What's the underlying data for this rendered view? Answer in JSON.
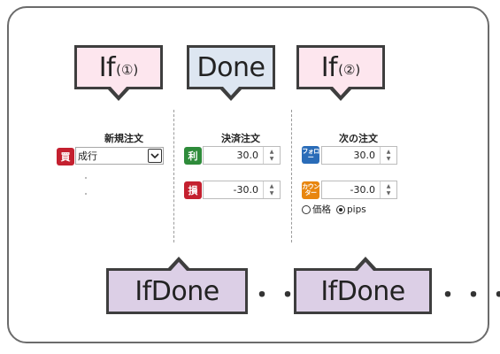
{
  "bubbles": {
    "if1": {
      "main": "If",
      "sub": "(①)"
    },
    "done": {
      "main": "Done"
    },
    "if2": {
      "main": "If",
      "sub": "(②)"
    },
    "ifdone_a": {
      "main": "IfDone"
    },
    "ifdone_b": {
      "main": "IfDone"
    },
    "ellipsis": "・・・"
  },
  "colors": {
    "if_fill": "#fde6ee",
    "done_fill": "#dde6f1",
    "ifdone_fill": "#dccfe6",
    "border": "#3e3e3e",
    "buy_badge": "#c4202f",
    "profit_badge": "#2e8b3a",
    "loss_badge": "#c4202f",
    "fo_badge": "#2a6cb8",
    "counter_badge": "#e8860f"
  },
  "new_order": {
    "title": "新規注文",
    "side_icon": "買",
    "order_type": "成行",
    "dropdown_icon": "chevron-down-icon"
  },
  "settlement_order": {
    "title": "決済注文",
    "profit_icon": "利",
    "profit_value": "30.0",
    "loss_icon": "損",
    "loss_value": "-30.0"
  },
  "next_order": {
    "title": "次の注文",
    "fo_icon": "フォロー",
    "fo_value": "30.0",
    "counter_icon": "カウンター",
    "counter_value": "-30.0",
    "radio_price": "価格",
    "radio_pips": "pips",
    "selected": "pips"
  }
}
